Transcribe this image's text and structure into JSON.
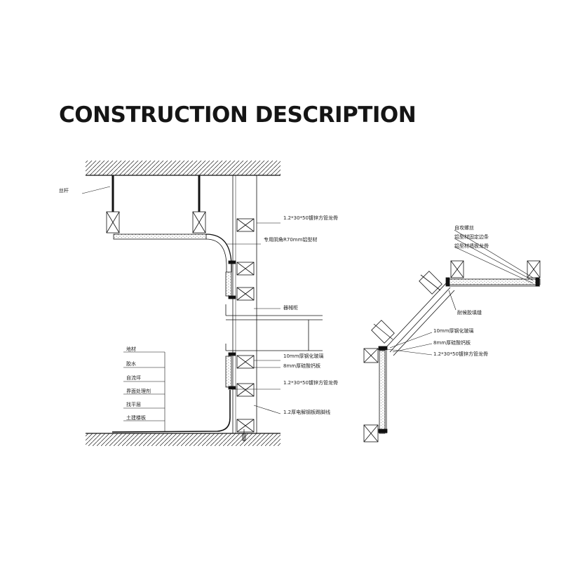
{
  "title": "CONSTRUCTION DESCRIPTION",
  "section_labels": {
    "hanger_rod": "丝杆",
    "galv_tube_top": "1.2*30*50镀锌方管龙骨",
    "alu_corner": "专用阴角R70mm铝型材",
    "equipment_cabinet": "器械柜",
    "glass_10mm": "10mm厚钢化玻璃",
    "silicate_board": "8mm厚硅酸钙板",
    "galv_tube_bottom": "1.2*30*50镀锌方管龙骨",
    "skirting": "1.2厚电解钢板踢脚线"
  },
  "floor_layers": [
    "地材",
    "胶水",
    "自流坪",
    "界面处理剂",
    "找平层",
    "土建楼板"
  ],
  "plan_labels": {
    "screw": "自攻螺丝",
    "alu_fix_strip": "铝型材固定边条",
    "alu_wall_keel": "铝型材墙板龙骨",
    "weather_sealant": "耐候胶填缝",
    "glass_10mm": "10mm厚钢化玻璃",
    "silicate_board": "8mm厚硅酸钙板",
    "galv_tube": "1.2*30*50镀锌方管龙骨"
  }
}
